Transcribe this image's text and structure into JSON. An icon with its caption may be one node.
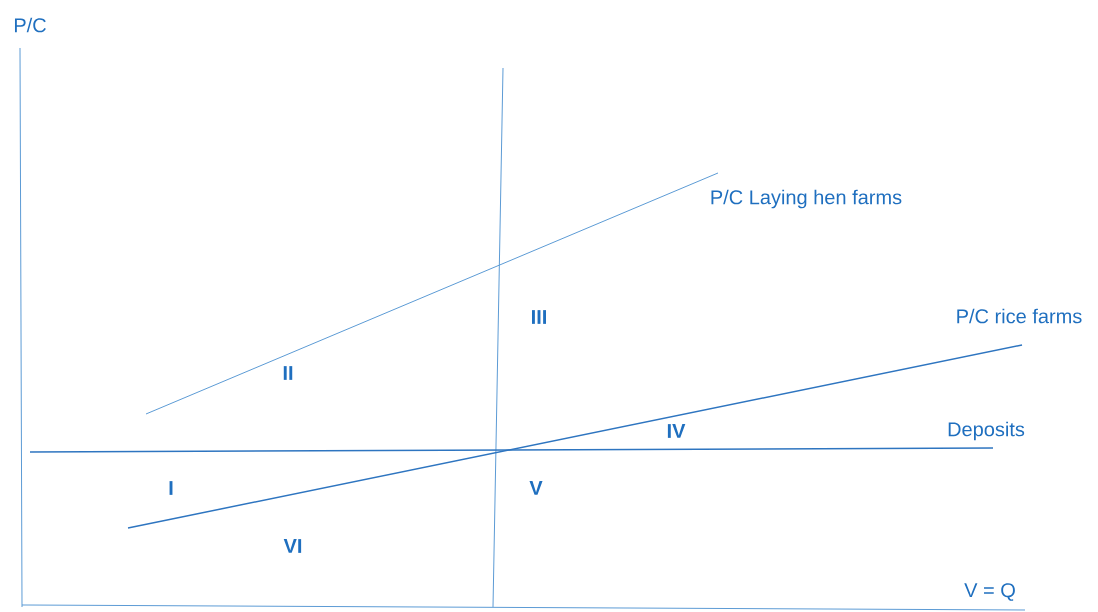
{
  "diagram": {
    "labels": [
      "P/C",
      "P/C Laying hen farms",
      "III",
      "P/C rice farms",
      "II",
      "IV",
      "Deposits",
      "I",
      "V",
      "VI",
      "V = Q"
    ]
  }
}
